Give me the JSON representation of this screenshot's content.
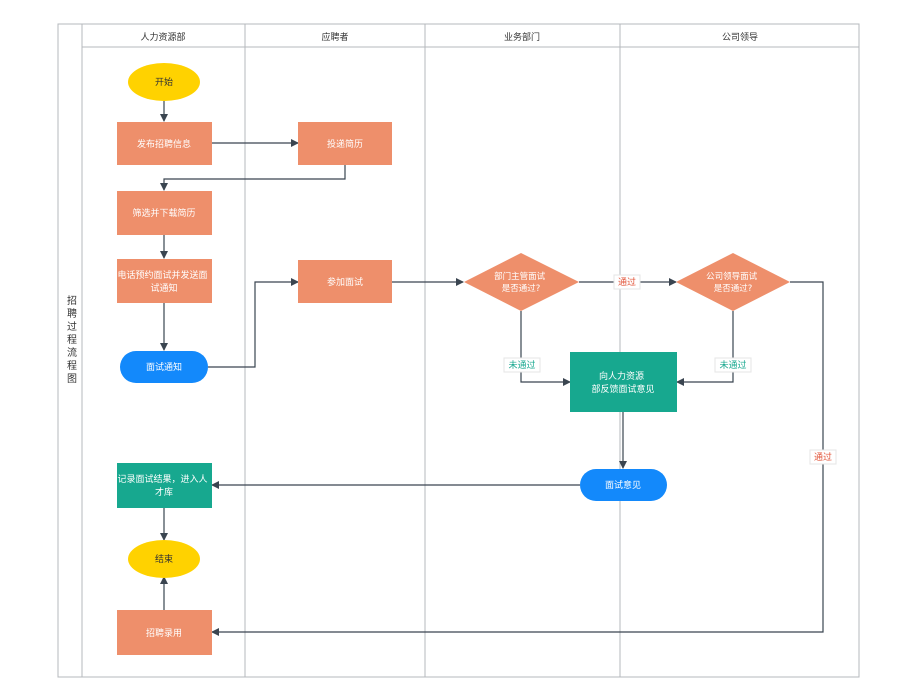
{
  "diagram": {
    "title": "招聘过程流程图",
    "lanes": [
      "人力资源部",
      "应聘者",
      "业务部门",
      "公司领导"
    ],
    "colors": {
      "orange": "#EE8F6B",
      "yellow": "#FFD200",
      "blue": "#1389FB",
      "teal": "#17A88F",
      "line": "#3A4550",
      "border": "#B5B8BC",
      "label_red": "#E2553A",
      "label_green": "#17A88F"
    },
    "nodes": {
      "start": "开始",
      "publish": "发布招聘信息",
      "submit_resume": "投递简历",
      "screen": "筛选并下载简历",
      "phone_notify": "电话预约面试并发送面试通知",
      "interview_notice": "面试通知",
      "attend_interview": "参加面试",
      "dept_decision": "部门主管面试是否通过?",
      "leader_decision": "公司领导面试是否通过?",
      "feedback": "向人力资源部反馈面试意见",
      "opinion": "面试意见",
      "record": "记录面试结果，进入人才库",
      "end": "结束",
      "hire": "招聘录用"
    },
    "edge_labels": {
      "pass_1": "通过",
      "fail_1": "未通过",
      "fail_2": "未通过",
      "pass_2": "通过"
    }
  }
}
